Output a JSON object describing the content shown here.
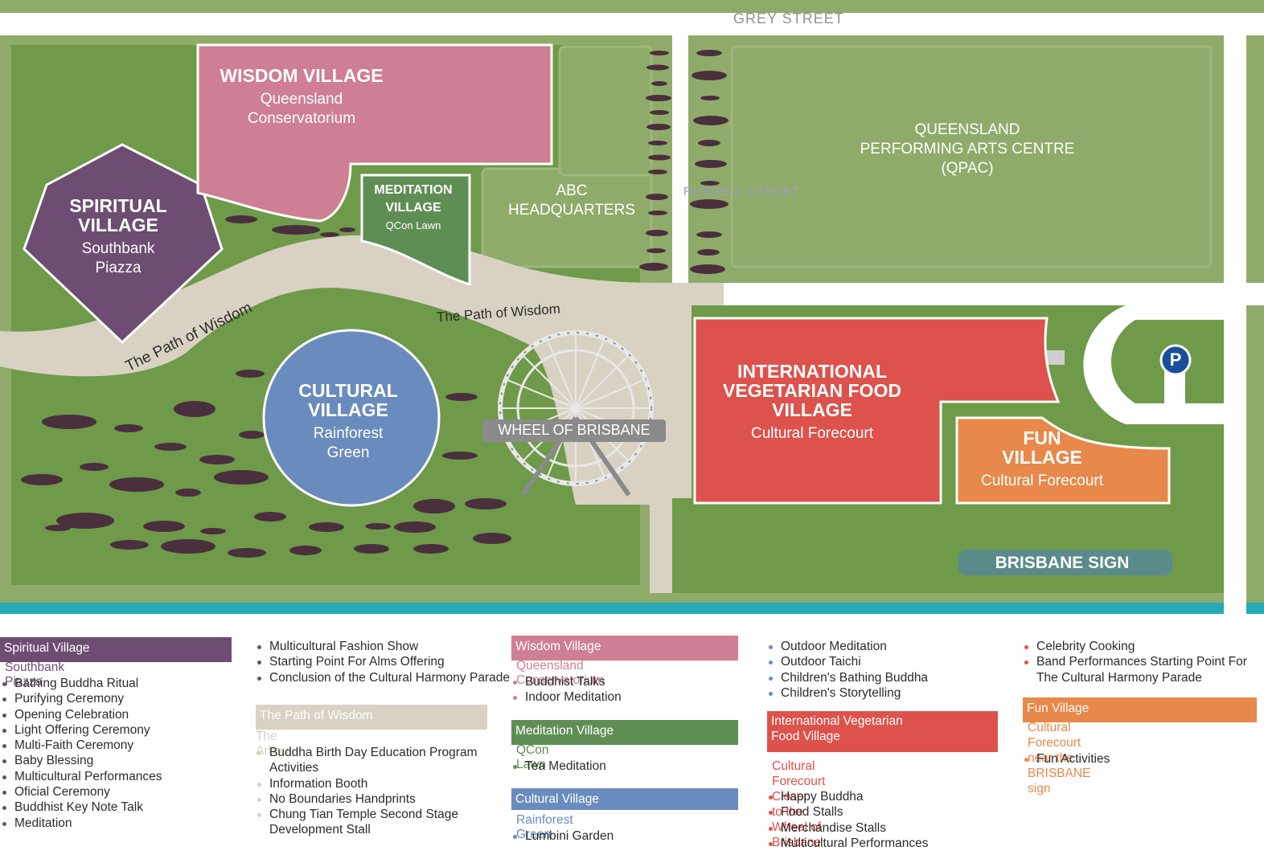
{
  "map": {
    "street_top": "GREY STREET",
    "street_russell": "RUSSELL STREET",
    "wisdom_village": {
      "title": "WISDOM VILLAGE",
      "sub1": "Queensland",
      "sub2": "Conservatorium"
    },
    "spiritual_village": {
      "title1": "SPIRITUAL",
      "title2": "VILLAGE",
      "sub1": "Southbank",
      "sub2": "Piazza"
    },
    "meditation_village": {
      "title1": "MEDITATION",
      "title2": "VILLAGE",
      "sub": "QCon Lawn"
    },
    "abc": {
      "line1": "ABC",
      "line2": "HEADQUARTERS"
    },
    "qpac": {
      "line1": "QUEENSLAND",
      "line2": "PERFORMING ARTS CENTRE",
      "line3": "(QPAC)"
    },
    "path_left": "The Path of Wisdom",
    "path_right": "The Path of Wisdom",
    "cultural_village": {
      "title1": "CULTURAL",
      "title2": "VILLAGE",
      "sub1": "Rainforest",
      "sub2": "Green"
    },
    "wheel": "WHEEL OF BRISBANE",
    "food_village": {
      "title1": "INTERNATIONAL",
      "title2": "VEGETARIAN FOOD",
      "title3": "VILLAGE",
      "sub": "Cultural Forecourt"
    },
    "fun_village": {
      "title1": "FUN",
      "title2": "VILLAGE",
      "sub": "Cultural Forecourt"
    },
    "brisbane_sign": "BRISBANE SIGN",
    "parking": "P"
  },
  "legend": {
    "spiritual": {
      "header": "Spiritual Village",
      "sub": "Southbank Piazza",
      "items": [
        "Bathing Buddha Ritual",
        "Purifying Ceremony",
        "Opening Celebration",
        "Light Offering Ceremony",
        "Multi-Faith Ceremony",
        "Baby Blessing",
        "Multicultural Performances",
        "Oficial Ceremony",
        "Buddhist Key Note Talk",
        "Meditation"
      ]
    },
    "spiritual_cont": {
      "items": [
        "Multicultural Fashion Show",
        "Starting Point For Alms Offering",
        "Conclusion of the Cultural Harmony Parade"
      ]
    },
    "path": {
      "header": "The Path of Wisdom",
      "sub": "The Arbour",
      "items": [
        "Buddha Birth Day Education Program Activities",
        "Information Booth",
        "No Boundaries Handprints",
        "Chung Tian Temple Second Stage Development Stall"
      ]
    },
    "wisdom": {
      "header": "Wisdom Village",
      "sub": "Queensland Conservatorium",
      "items": [
        "Buddhist Talks",
        "Indoor Meditation"
      ]
    },
    "meditation": {
      "header": "Meditation Village",
      "sub": "QCon Lawn",
      "items": [
        "Tea Meditation"
      ]
    },
    "cultural": {
      "header": "Cultural Village",
      "sub": "Rainforest Green",
      "items": [
        "Lumbini Garden"
      ]
    },
    "cultural_cont": {
      "items": [
        "Outdoor Meditation",
        "Outdoor Taichi",
        "Children's Bathing Buddha",
        "Children's Storytelling"
      ]
    },
    "food": {
      "header_line1": "International Vegetarian",
      "header_line2": "Food Village",
      "sub_line1": "Cultural Forecourt Closer",
      "sub_line2": "to the Wheel of Brisbane",
      "items": [
        "Happy Buddha",
        "Food Stalls",
        "Merchandise Stalls",
        "Multicultural Performances"
      ]
    },
    "food_cont": {
      "items": [
        "Celebrity Cooking",
        "Band Performances Starting Point For The Cultural Harmony Parade"
      ]
    },
    "fun": {
      "header": "Fun Village",
      "sub_line1": "Cultural Forecourt near the",
      "sub_line2": "BRISBANE sign",
      "items": [
        "Fun Activities"
      ]
    }
  },
  "colors": {
    "grass": "#6e9a49",
    "grass_light": "#8fab6a",
    "path": "#d9d2c3",
    "spiritual": "#6d4d72",
    "wisdom": "#cf7f93",
    "meditation": "#5f8e55",
    "cultural": "#6a8bbd",
    "food": "#dd524c",
    "fun": "#e8884a",
    "sign": "#5a8a8a",
    "river": "#27aab8"
  }
}
